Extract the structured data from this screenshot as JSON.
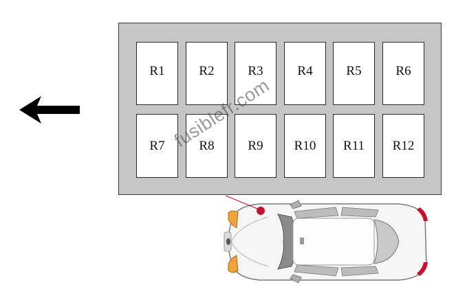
{
  "relays": [
    "R1",
    "R2",
    "R3",
    "R4",
    "R5",
    "R6",
    "R7",
    "R8",
    "R9",
    "R10",
    "R11",
    "R12"
  ],
  "watermark": "fusiblefr.com",
  "icons": {
    "direction": "arrow-left-icon",
    "vehicle": "car-top-view-icon",
    "marker": "location-dot-icon"
  },
  "colors": {
    "panel_fill": "#c6c6c6",
    "relay_fill": "#ffffff",
    "arrow": "#000000",
    "marker": "#c8102e"
  }
}
